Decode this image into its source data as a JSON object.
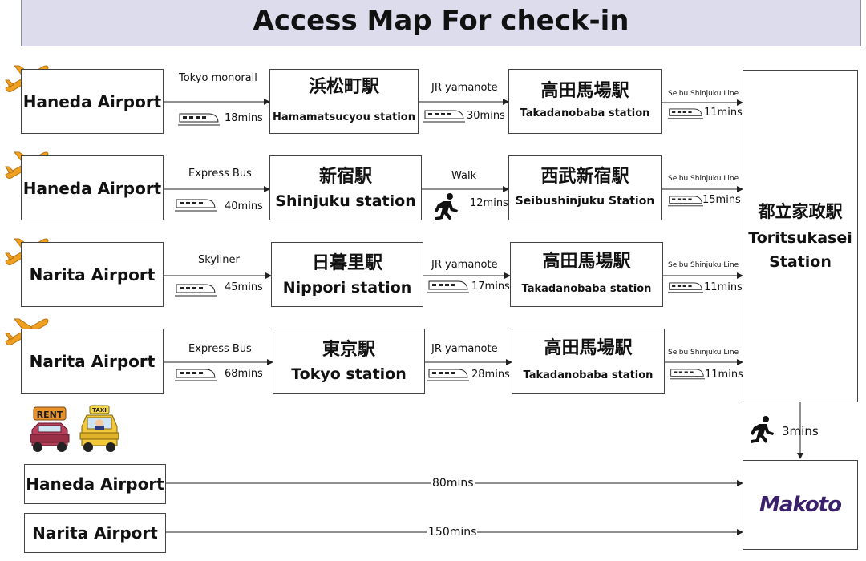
{
  "title": "Access Map For check-in",
  "routes": [
    {
      "airport": "Haneda Airport",
      "leg1": {
        "label": "Tokyo monorail",
        "time": "18mins",
        "mode": "train-icon"
      },
      "station1": {
        "jp": "浜松町駅",
        "en": "Hamamatsucyou station"
      },
      "leg2": {
        "label": "JR yamanote",
        "time": "30mins",
        "mode": "train-icon"
      },
      "station2": {
        "jp": "高田馬場駅",
        "en": "Takadanobaba station"
      },
      "leg3": {
        "label": "Seibu Shinjuku Line",
        "time": "11mins",
        "mode": "train-icon"
      }
    },
    {
      "airport": "Haneda Airport",
      "leg1": {
        "label": "Express Bus",
        "time": "40mins",
        "mode": "train-icon"
      },
      "station1": {
        "jp": "新宿駅",
        "en": "Shinjuku station"
      },
      "leg2": {
        "label": "Walk",
        "time": "12mins",
        "mode": "walking-person-icon"
      },
      "station2": {
        "jp": "西武新宿駅",
        "en": "Seibushinjuku Station"
      },
      "leg3": {
        "label": "Seibu Shinjuku Line",
        "time": "15mins",
        "mode": "train-icon"
      }
    },
    {
      "airport": "Narita Airport",
      "leg1": {
        "label": "Skyliner",
        "time": "45mins",
        "mode": "train-icon"
      },
      "station1": {
        "jp": "日暮里駅",
        "en": "Nippori station"
      },
      "leg2": {
        "label": "JR yamanote",
        "time": "17mins",
        "mode": "train-icon"
      },
      "station2": {
        "jp": "高田馬場駅",
        "en": "Takadanobaba station"
      },
      "leg3": {
        "label": "Seibu Shinjuku Line",
        "time": "11mins",
        "mode": "train-icon"
      }
    },
    {
      "airport": "Narita Airport",
      "leg1": {
        "label": "Express Bus",
        "time": "68mins",
        "mode": "train-icon"
      },
      "station1": {
        "jp": "東京駅",
        "en": "Tokyo station"
      },
      "leg2": {
        "label": "JR yamanote",
        "time": "28mins",
        "mode": "train-icon"
      },
      "station2": {
        "jp": "高田馬場駅",
        "en": "Takadanobaba station"
      },
      "leg3": {
        "label": "Seibu Shinjuku Line",
        "time": "11mins",
        "mode": "train-icon"
      }
    }
  ],
  "terminal": {
    "jp": "都立家政駅",
    "en_line1": "Toritsukasei",
    "en_line2": "Station"
  },
  "walk_to_destination": {
    "time": "3mins",
    "mode": "walking-person-icon"
  },
  "car_routes": [
    {
      "airport": "Haneda Airport",
      "time": "80mins"
    },
    {
      "airport": "Narita Airport",
      "time": "150mins"
    }
  ],
  "car_icons": {
    "rental": "RENT",
    "taxi": "TAXI"
  },
  "destination": {
    "logo_text": "Makoto"
  },
  "colors": {
    "title_bg": "#dcdcec",
    "plane": "#f0a020",
    "logo": "#3a1f6b"
  }
}
